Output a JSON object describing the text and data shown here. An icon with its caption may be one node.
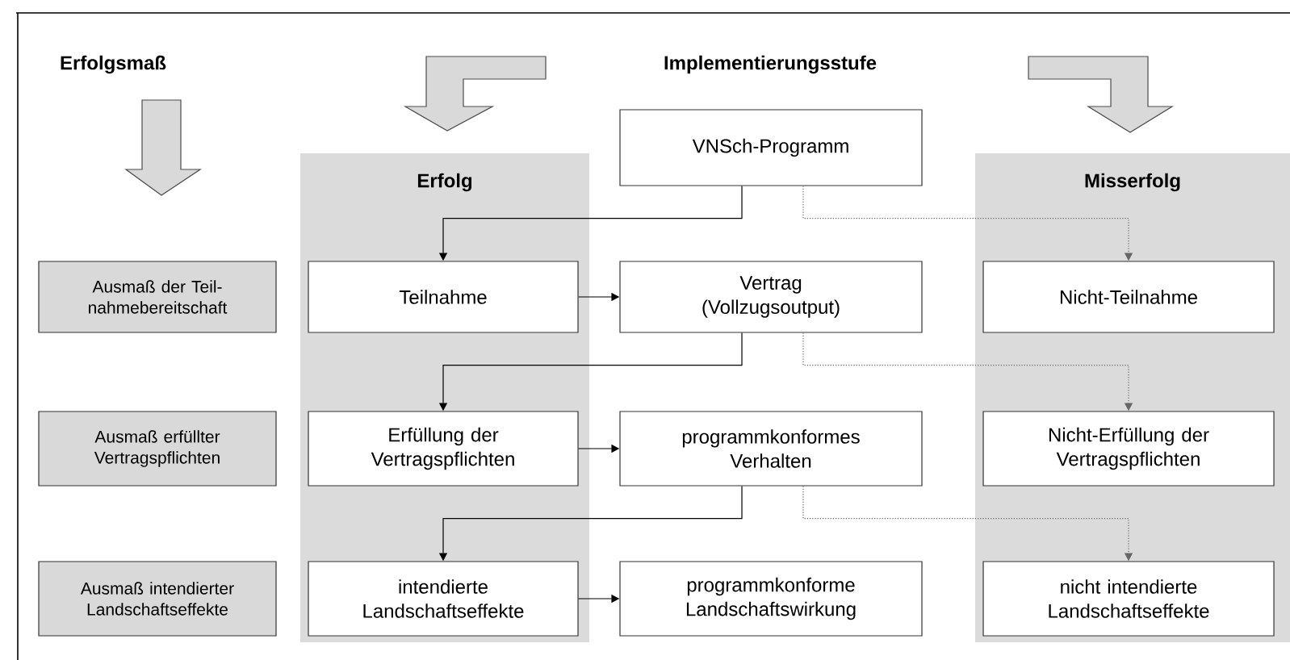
{
  "diagram": {
    "nodes": [
      {
        "text": [
          "VNSch-Programm"
        ]
      },
      {
        "text": [
          "Erfolg"
        ]
      },
      {
        "text": [
          "Misserfolg"
        ]
      },
      {
        "text": [
          "Ausmaß der Teil- nahmebereitschaft"
        ]
      },
      {
        "text": [
          "Teilnahme"
        ],
        "in": 1
      },
      {
        "text": [
          "Vertrag (Vollzugsoutput)"
        ]
      },
      {
        "text": [
          "Nicht-Teilnahme"
        ],
        "in": 2
      },
      {
        "text": [
          "Ausmaß erfüllter Vertragspflichten"
        ]
      },
      {
        "text": [
          "Erfüllung der Vertragspflichten"
        ],
        "in": 1
      },
      {
        "text": [
          "programmkonformes Verhalten"
        ]
      },
      {
        "text": [
          "Nicht-Erfüllung der Vertragspflichten"
        ],
        "in": 2
      },
      {
        "text": [
          "Ausmaß intendierter Landschaftseffekte"
        ]
      },
      {
        "text": [
          "intendierte Landschaftseffekte"
        ],
        "in": 1
      },
      {
        "text": [
          "programmkonforme Landschaftswirkung"
        ]
      },
      {
        "text": [
          "nicht intendierte Landschaftseffekte"
        ],
        "in": 2
      }
    ],
    "edges": [
      {
        "from": 0,
        "to": 4,
        "arrow": "to"
      },
      {
        "from": 0,
        "to": 6,
        "arrow": "to",
        "style": "dashed",
        "color": "#666666"
      },
      {
        "from": 4,
        "to": 5,
        "arrow": "to"
      },
      {
        "from": 5,
        "to": 8,
        "arrow": "to"
      },
      {
        "from": 5,
        "to": 10,
        "arrow": "to",
        "style": "dashed",
        "color": "#666666"
      },
      {
        "from": 8,
        "to": 9,
        "arrow": "to"
      },
      {
        "from": 9,
        "to": 12,
        "arrow": "to"
      },
      {
        "from": 9,
        "to": 14,
        "arrow": "to",
        "style": "dashed",
        "color": "#666666"
      },
      {
        "from": 12,
        "to": 13,
        "arrow": "to"
      }
    ],
    "labels": [
      "Erfolgsmaß",
      "Implementierungsstufe"
    ]
  }
}
